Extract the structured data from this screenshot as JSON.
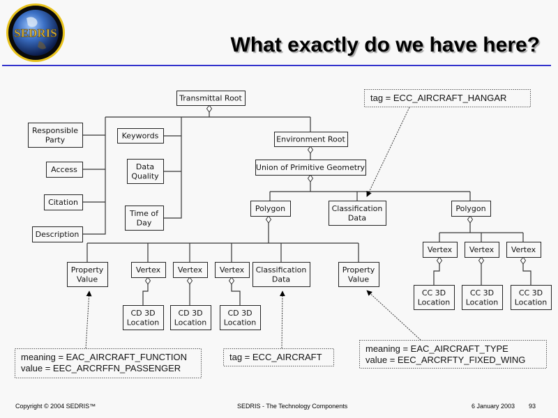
{
  "slide": {
    "title": "What exactly do we have here?",
    "logo_text": "SEDRIS",
    "accent_color": "#3333cc"
  },
  "diagram": {
    "nodes": {
      "transmittal_root": [
        "Transmittal Root"
      ],
      "responsible_party": [
        "Responsible",
        "Party"
      ],
      "access": [
        "Access"
      ],
      "citation": [
        "Citation"
      ],
      "description": [
        "Description"
      ],
      "keywords": [
        "Keywords"
      ],
      "data_quality": [
        "Data",
        "Quality"
      ],
      "time_of_day": [
        "Time of",
        "Day"
      ],
      "environment_root": [
        "Environment Root"
      ],
      "union_primitive_geometry": [
        "Union of Primitive Geometry"
      ],
      "polygon_1": [
        "Polygon"
      ],
      "classification_data_top": [
        "Classification",
        "Data"
      ],
      "polygon_2": [
        "Polygon"
      ],
      "property_value_1": [
        "Property",
        "Value"
      ],
      "vertex_1": [
        "Vertex"
      ],
      "vertex_2": [
        "Vertex"
      ],
      "vertex_3": [
        "Vertex"
      ],
      "classification_data_2": [
        "Classification",
        "Data"
      ],
      "property_value_2": [
        "Property",
        "Value"
      ],
      "cd3d_1": [
        "CD 3D",
        "Location"
      ],
      "cd3d_2": [
        "CD 3D",
        "Location"
      ],
      "cd3d_3": [
        "CD 3D",
        "Location"
      ],
      "vertex_4": [
        "Vertex"
      ],
      "vertex_5": [
        "Vertex"
      ],
      "vertex_6": [
        "Vertex"
      ],
      "cc3d_1": [
        "CC 3D",
        "Location"
      ],
      "cc3d_2": [
        "CC 3D",
        "Location"
      ],
      "cc3d_3": [
        "CC 3D",
        "Location"
      ]
    },
    "notes": {
      "hangar": [
        "tag = ECC_AIRCRAFT_HANGAR"
      ],
      "function": [
        "meaning = EAC_AIRCRAFT_FUNCTION",
        "value = EEC_ARCRFFN_PASSENGER"
      ],
      "aircraft": [
        "tag = ECC_AIRCRAFT"
      ],
      "type": [
        "meaning = EAC_AIRCRAFT_TYPE",
        "value = EEC_ARCRFTY_FIXED_WING"
      ]
    }
  },
  "footer": {
    "copyright": "Copyright © 2004 SEDRIS™",
    "center": "SEDRIS - The Technology Components",
    "date": "6 January 2003",
    "page": "93"
  }
}
